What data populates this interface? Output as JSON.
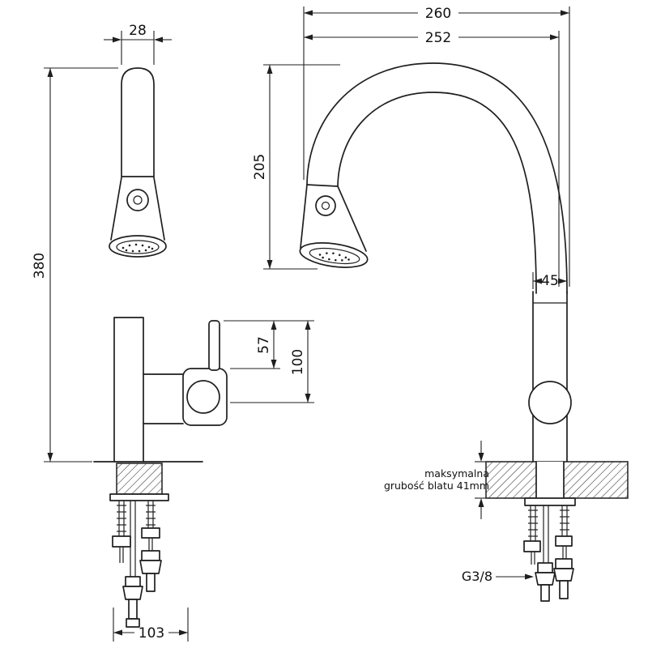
{
  "page": {
    "background": "#ffffff",
    "line_color": "#1f1f1f"
  },
  "front_view": {
    "dim_spout_width": "28",
    "dim_total_height": "380",
    "dim_lever_height": "57",
    "dim_handle_height": "100",
    "dim_base_width": "103"
  },
  "side_view": {
    "dim_total_depth": "260",
    "dim_spout_reach": "252",
    "dim_spout_height": "205",
    "dim_body_width": "45",
    "note_line1": "maksymalna",
    "note_line2": "grubość blatu 41mm",
    "thread_label": "G3/8"
  }
}
